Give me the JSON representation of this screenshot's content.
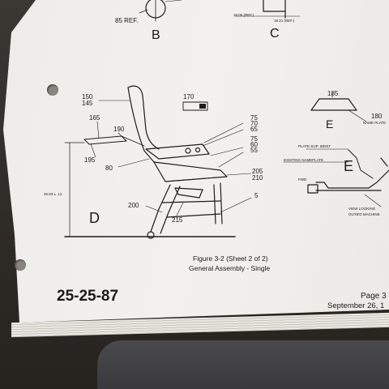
{
  "views": {
    "b": "B",
    "c": "C",
    "d": "D",
    "e_top": "E",
    "e_mid": "E"
  },
  "callouts": {
    "ref85": "85 REF.",
    "c150": "150",
    "c145": "145",
    "c170": "170",
    "c165": "165",
    "c190": "190",
    "c195": "195",
    "c80": "80",
    "c75a": "75",
    "c70": "70",
    "c65": "65",
    "c75b": "75",
    "c60": "60",
    "c55": "55",
    "c205": "205",
    "c210": "210",
    "c5": "5",
    "c200": "200",
    "c215": "215",
    "c185": "185",
    "c180": "180"
  },
  "fine_print": {
    "dim_c": "18.05 (REF.)",
    "dim_c2": "18.21 (REF.)",
    "name_plate": "NAME PLATE",
    "plate_sub": "PLATE-SUP. IDENT",
    "existing_nameplate": "EXISTING NAMEPLATE",
    "fwd": "FWD",
    "height_dim": "26.63 ± .12",
    "view_looking": "VIEW LOOKING",
    "outb_machine": "OUTB'D MACHINE"
  },
  "caption": {
    "line1": "Figure 3-2 (Sheet 2 of 2)",
    "line2": "General Assembly - Single"
  },
  "footer": {
    "doc_number": "25-25-87",
    "page": "Page 3",
    "date": "September 26, 1"
  }
}
